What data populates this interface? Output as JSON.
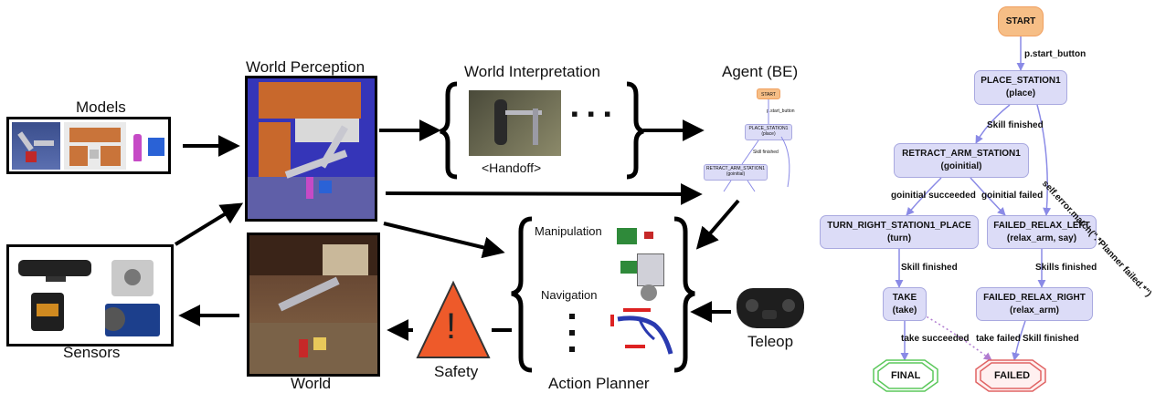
{
  "labels": {
    "models": "Models",
    "world_perception": "World Perception",
    "world_interpretation": "World Interpretation",
    "handoff": "<Handoff>",
    "agent": "Agent (BE)",
    "sensors": "Sensors",
    "world": "World",
    "safety": "Safety",
    "safety_mark": "!",
    "action_planner": "Action Planner",
    "manipulation": "Manipulation",
    "navigation": "Navigation",
    "teleop": "Teleop",
    "ellipsis": "▪ ▪ ▪"
  },
  "fsm": {
    "start": "START",
    "place_station1": "PLACE_STATION1",
    "place": "(place)",
    "retract_arm_station1": "RETRACT_ARM_STATION1",
    "goinitial": "(goinitial)",
    "turn_right_station1_place": "TURN_RIGHT_STATION1_PLACE",
    "turn": "(turn)",
    "failed_relax_left": "FAILED_RELAX_LEFT",
    "relax_arm_say": "(relax_arm, say)",
    "take": "TAKE",
    "take_sub": "(take)",
    "failed_relax_right": "FAILED_RELAX_RIGHT",
    "relax_arm": "(relax_arm)",
    "final": "FINAL",
    "failed": "FAILED",
    "edge_start_button": "p.start_button",
    "edge_skill_finished": "Skill finished",
    "edge_error_match": "self.error.match(\".*Planner failed.*\")",
    "edge_goinitial_succeeded": "goinitial succeeded",
    "edge_goinitial_failed": "goinitial failed",
    "edge_skill_finished_2": "Skill finished",
    "edge_skills_finished": "Skills finished",
    "edge_take_succeeded": "take succeeded",
    "edge_take_failed": "take failed",
    "edge_skill_finished_3": "Skill finished"
  },
  "colors": {
    "node_fill": "#dcdcf7",
    "node_border": "#a9a9e0",
    "start_fill": "#f6be86",
    "edge": "#8a8ae6",
    "edge_dotted": "#b07bd0",
    "final_border": "#5cc85c",
    "failed_border": "#e06464",
    "safety_fill": "#ee5a2a"
  }
}
